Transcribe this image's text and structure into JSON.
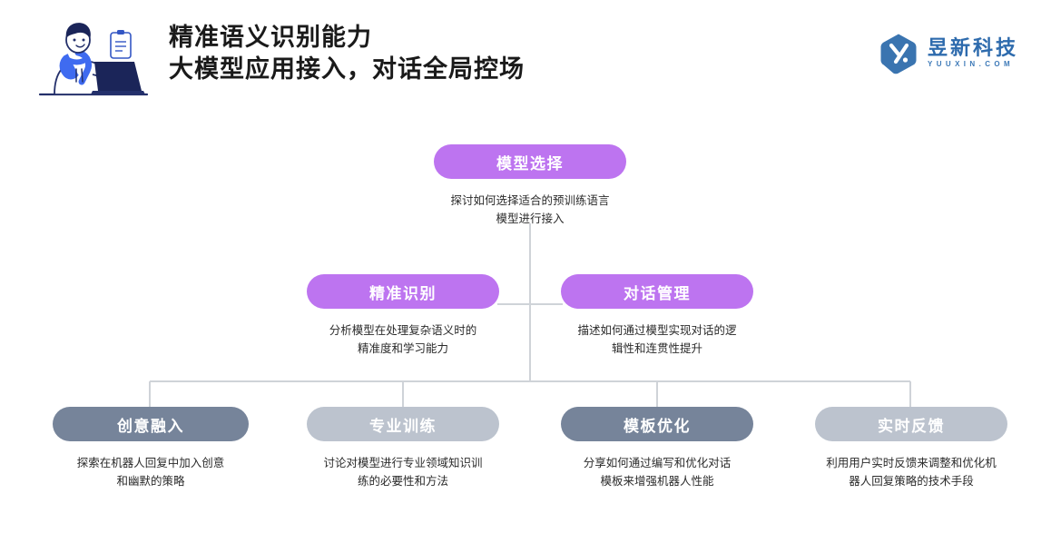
{
  "header": {
    "title_line1": "精准语义识别能力",
    "title_line2": "大模型应用接入，对话全局控场",
    "illustration_name": "person-at-laptop-illustration",
    "brand": {
      "mark_name": "yuuxin-hexagon-logo",
      "name": "昱新科技",
      "domain": "YUUXIN.COM",
      "color": "#2e6bad"
    }
  },
  "colors": {
    "purple": "#bd74f0",
    "slate": "#76849a",
    "mist": "#bcc3ce",
    "connector": "#cfd3d8",
    "text": "#2b2b2b"
  },
  "diagram": {
    "type": "tree",
    "root": {
      "label": "模型选择",
      "style": "purple",
      "desc_line1": "探讨如何选择适合的预训练语言",
      "desc_line2": "模型进行接入"
    },
    "level2": [
      {
        "label": "精准识别",
        "style": "purple",
        "desc_line1": "分析模型在处理复杂语义时的",
        "desc_line2": "精准度和学习能力"
      },
      {
        "label": "对话管理",
        "style": "purple",
        "desc_line1": "描述如何通过模型实现对话的逻",
        "desc_line2": "辑性和连贯性提升"
      }
    ],
    "level3": [
      {
        "label": "创意融入",
        "style": "slate",
        "desc_line1": "探索在机器人回复中加入创意",
        "desc_line2": "和幽默的策略"
      },
      {
        "label": "专业训练",
        "style": "mist",
        "desc_line1": "讨论对模型进行专业领域知识训",
        "desc_line2": "练的必要性和方法"
      },
      {
        "label": "模板优化",
        "style": "slate",
        "desc_line1": "分享如何通过编写和优化对话",
        "desc_line2": "模板来增强机器人性能"
      },
      {
        "label": "实时反馈",
        "style": "mist",
        "desc_line1": "利用用户实时反馈来调整和优化机",
        "desc_line2": "器人回复策略的技术手段"
      }
    ]
  }
}
